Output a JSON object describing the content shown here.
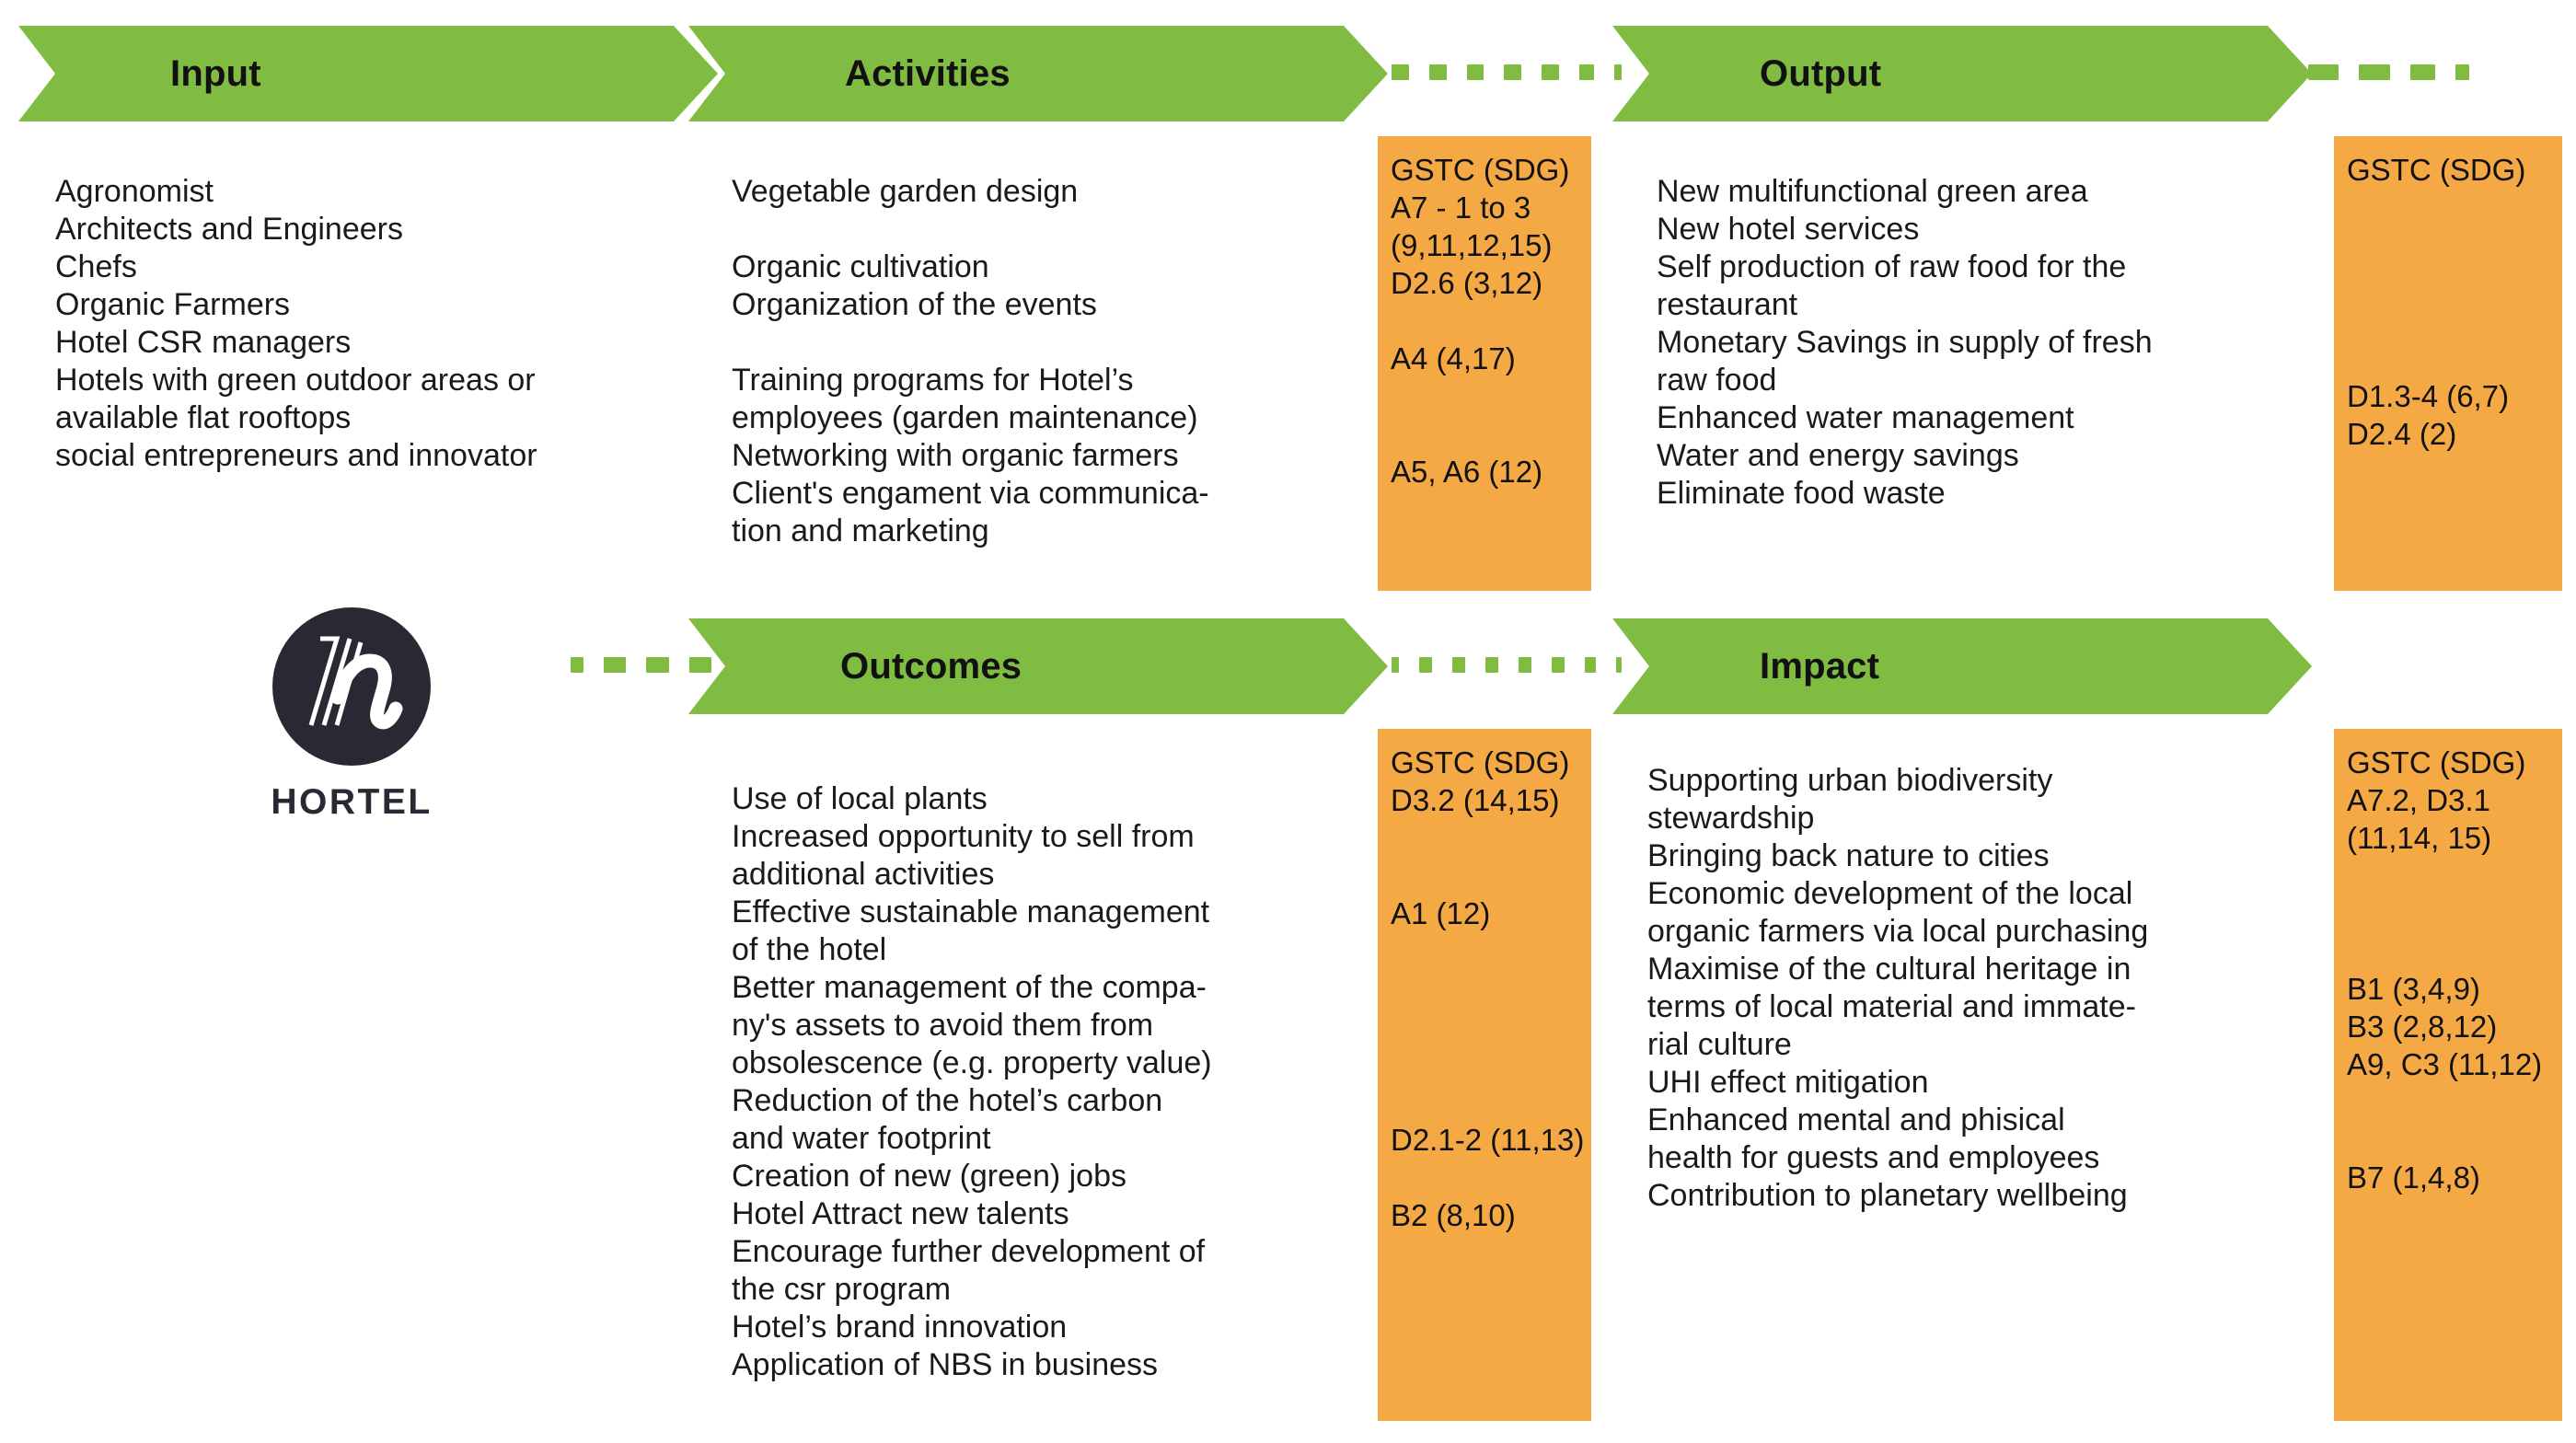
{
  "colors": {
    "green": "#80bb42",
    "orange": "#f5a944",
    "text": "#1a1a1a",
    "logo_dark": "#2b2833",
    "background": "#ffffff"
  },
  "brand": {
    "name": "HORTEL",
    "logo_letter": "h"
  },
  "stages": {
    "input": {
      "title": "Input",
      "body": "Agronomist\nArchitects and Engineers\nChefs\nOrganic Farmers\nHotel CSR managers\nHotels with green outdoor areas or\navailable flat rooftops\nsocial entrepreneurs and innovator"
    },
    "activities": {
      "title": "Activities",
      "body": "Vegetable garden design\n\nOrganic cultivation\nOrganization of the events\n\nTraining programs for Hotel’s\nemployees (garden maintenance)\nNetworking with organic farmers\nClient's engament via communica-\ntion and marketing"
    },
    "output": {
      "title": "Output",
      "body": "New multifunctional green area\nNew hotel services\nSelf production of raw food for the\nrestaurant\nMonetary Savings in supply of fresh\nraw food\nEnhanced water management\nWater and energy savings\nEliminate food waste"
    },
    "outcomes": {
      "title": "Outcomes",
      "body": "Use of local plants\nIncreased opportunity to sell from\nadditional activities\nEffective sustainable management\nof the hotel\nBetter management of the compa-\nny's assets to avoid them from\nobsolescence (e.g. property value)\nReduction of the hotel’s carbon\nand water footprint\nCreation of new (green) jobs\nHotel Attract new talents\nEncourage further development of\nthe csr program\nHotel’s brand innovation\nApplication of NBS in business"
    },
    "impact": {
      "title": "Impact",
      "body": "Supporting urban biodiversity\nstewardship\nBringing back nature to cities\nEconomic development of the local\norganic farmers via local purchasing\nMaximise of the cultural heritage in\nterms of local material and immate-\nrial culture\nUHI effect mitigation\nEnhanced mental and phisical\nhealth for guests and employees\nContribution to planetary wellbeing"
    }
  },
  "gstc_panels": {
    "activities": {
      "heading": "GSTC (SDG)",
      "body": "GSTC (SDG)\nA7 - 1 to 3\n(9,11,12,15)\nD2.6 (3,12)\n\nA4 (4,17)\n\n\nA5, A6 (12)"
    },
    "output": {
      "heading": "GSTC (SDG)",
      "body": "GSTC (SDG)\n\n\n\n\n\nD1.3-4 (6,7)\nD2.4 (2)"
    },
    "outcomes": {
      "heading": "GSTC (SDG)",
      "body": "GSTC (SDG)\nD3.2 (14,15)\n\n\nA1 (12)\n\n\n\n\n\nD2.1-2 (11,13)\n\nB2 (8,10)"
    },
    "impact": {
      "heading": "GSTC (SDG)",
      "body": "GSTC (SDG)\nA7.2, D3.1\n(11,14, 15)\n\n\n\nB1 (3,4,9)\nB3 (2,8,12)\nA9, C3 (11,12)\n\n\nB7 (1,4,8)"
    }
  },
  "connectors": {
    "activities_to_output": {
      "dash_count": 7
    },
    "output_tail": {
      "dash_count": 4
    },
    "to_outcomes": {
      "dash_count": 5
    },
    "outcomes_to_impact": {
      "dash_count": 8
    }
  }
}
